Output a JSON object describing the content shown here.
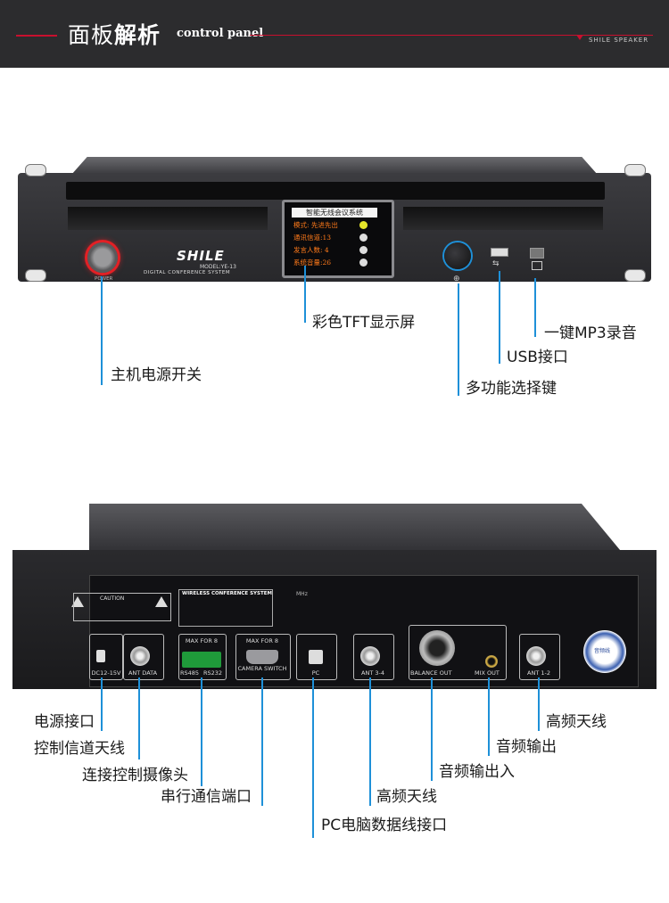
{
  "header": {
    "title_light": "面板",
    "title_bold": "解析",
    "subtitle": "control panel",
    "brand": "SHILE SPEAKER"
  },
  "front_panel": {
    "logo": "SHILE",
    "model": "MODEL:YE-13",
    "system_name": "DIGITAL CONFERENCE SYSTEM",
    "power_label": "POWER",
    "screen": {
      "title": "智能无线会议系统",
      "lines": [
        "模式: 先进先出",
        "通讯信道:13",
        "发言人数: 4",
        "系统音量:26"
      ]
    }
  },
  "front_labels": {
    "display": "彩色TFT显示屏",
    "mp3": "一键MP3录音",
    "usb": "USB接口",
    "power": "主机电源开关",
    "knob": "多功能选择键"
  },
  "rear_panel": {
    "caution": "CAUTION",
    "info_title": "WIRELESS CONFERENCE SYSTEM",
    "mhz": "MHz",
    "dc_label": "DC12-15V",
    "ant_data": "ANT DATA",
    "max_for_8_a": "MAX FOR 8",
    "rs485": "RS485",
    "rs232": "RS232",
    "max_for_8_b": "MAX FOR 8",
    "camera_switch": "CAMERA SWITCH",
    "pc": "PC",
    "ant_34": "ANT 3-4",
    "balance_out": "BALANCE OUT",
    "mix_out": "MIX OUT",
    "ant_12": "ANT 1-2",
    "seal": "音频线"
  },
  "rear_labels": {
    "power_port": "电源接口",
    "control_antenna": "控制信道天线",
    "camera": "连接控制摄像头",
    "serial": "串行通信端口",
    "pc_port": "PC电脑数据线接口",
    "hf_antenna_a": "高频天线",
    "audio_io": "音频输出入",
    "audio_out": "音频输出",
    "hf_antenna_b": "高频天线"
  }
}
